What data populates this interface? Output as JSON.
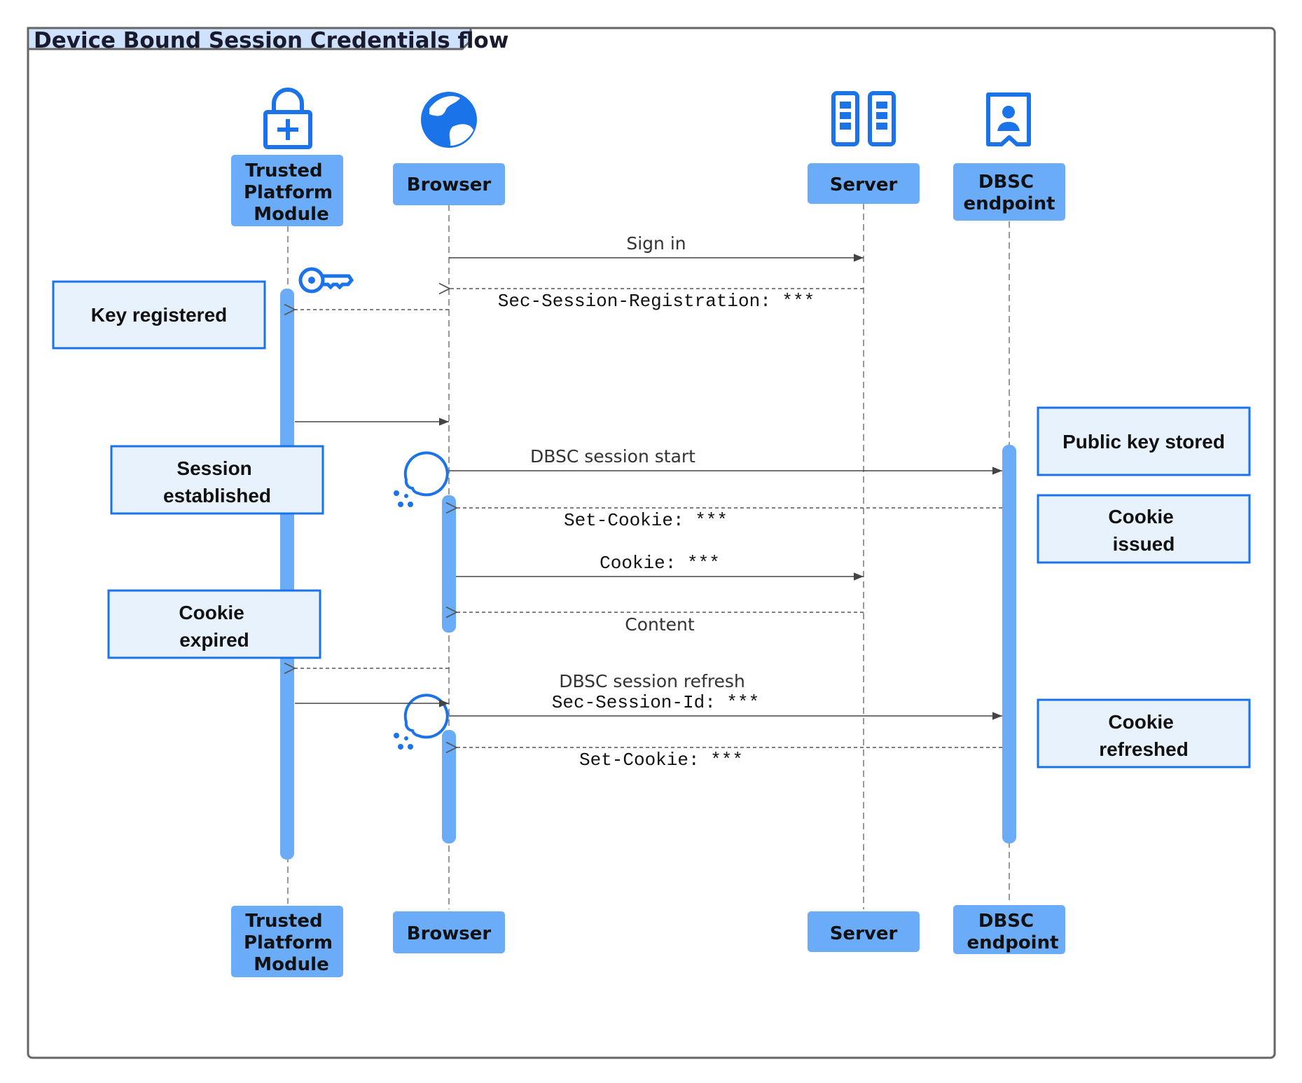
{
  "title": "Device Bound Session Credentials flow",
  "colors": {
    "actor_fill": "#6aacf8",
    "activation": "#6aacf8",
    "note_fill": "#e8f2fd",
    "note_border": "#1a73e8",
    "icon": "#1a73e8",
    "frame": "#666666",
    "title_tab": "#cfe2fd"
  },
  "actors": [
    {
      "id": "tpm",
      "lines": [
        "Trusted",
        "Platform",
        "Module"
      ],
      "icon": "lock-icon"
    },
    {
      "id": "browser",
      "lines": [
        "Browser"
      ],
      "icon": "globe-icon"
    },
    {
      "id": "server",
      "lines": [
        "Server"
      ],
      "icon": "server-icon"
    },
    {
      "id": "dbsc",
      "lines": [
        "DBSC",
        "endpoint"
      ],
      "icon": "badge-icon"
    }
  ],
  "notes": [
    {
      "id": "key-registered",
      "lines": [
        "Key registered"
      ]
    },
    {
      "id": "session-established",
      "lines": [
        "Session",
        "established"
      ]
    },
    {
      "id": "cookie-expired",
      "lines": [
        "Cookie",
        "expired"
      ]
    },
    {
      "id": "public-key-stored",
      "lines": [
        "Public key stored"
      ]
    },
    {
      "id": "cookie-issued",
      "lines": [
        "Cookie",
        "issued"
      ]
    },
    {
      "id": "cookie-refreshed",
      "lines": [
        "Cookie",
        "refreshed"
      ]
    }
  ],
  "messages": [
    {
      "from": "browser",
      "to": "server",
      "dashed": false,
      "lines": [
        "Sign in"
      ],
      "style": "sans"
    },
    {
      "from": "server",
      "to": "browser",
      "dashed": true,
      "lines": [
        "Sec-Session-Registration: ***"
      ],
      "style": "mono"
    },
    {
      "from": "browser",
      "to": "tpm",
      "dashed": true,
      "lines": [],
      "style": "sans"
    },
    {
      "from": "tpm",
      "to": "browser",
      "dashed": false,
      "lines": [],
      "style": "sans"
    },
    {
      "from": "browser",
      "to": "dbsc",
      "dashed": false,
      "lines": [
        "DBSC session start"
      ],
      "style": "sans"
    },
    {
      "from": "dbsc",
      "to": "browser",
      "dashed": true,
      "lines": [
        "Set-Cookie: ***"
      ],
      "style": "mono"
    },
    {
      "from": "browser",
      "to": "server",
      "dashed": false,
      "lines": [
        "Cookie: ***"
      ],
      "style": "mono"
    },
    {
      "from": "server",
      "to": "browser",
      "dashed": true,
      "lines": [
        "Content"
      ],
      "style": "sans"
    },
    {
      "from": "browser",
      "to": "tpm",
      "dashed": true,
      "lines": [],
      "style": "sans"
    },
    {
      "from": "tpm",
      "to": "browser",
      "dashed": false,
      "lines": [],
      "style": "sans"
    },
    {
      "from": "browser",
      "to": "dbsc",
      "dashed": false,
      "lines": [
        "DBSC session refresh",
        "Sec-Session-Id: ***"
      ],
      "style": "mixed"
    },
    {
      "from": "dbsc",
      "to": "browser",
      "dashed": true,
      "lines": [
        "Set-Cookie: ***"
      ],
      "style": "mono"
    }
  ],
  "side_icons": [
    "key-icon",
    "cookie-icon",
    "cookie-icon"
  ]
}
